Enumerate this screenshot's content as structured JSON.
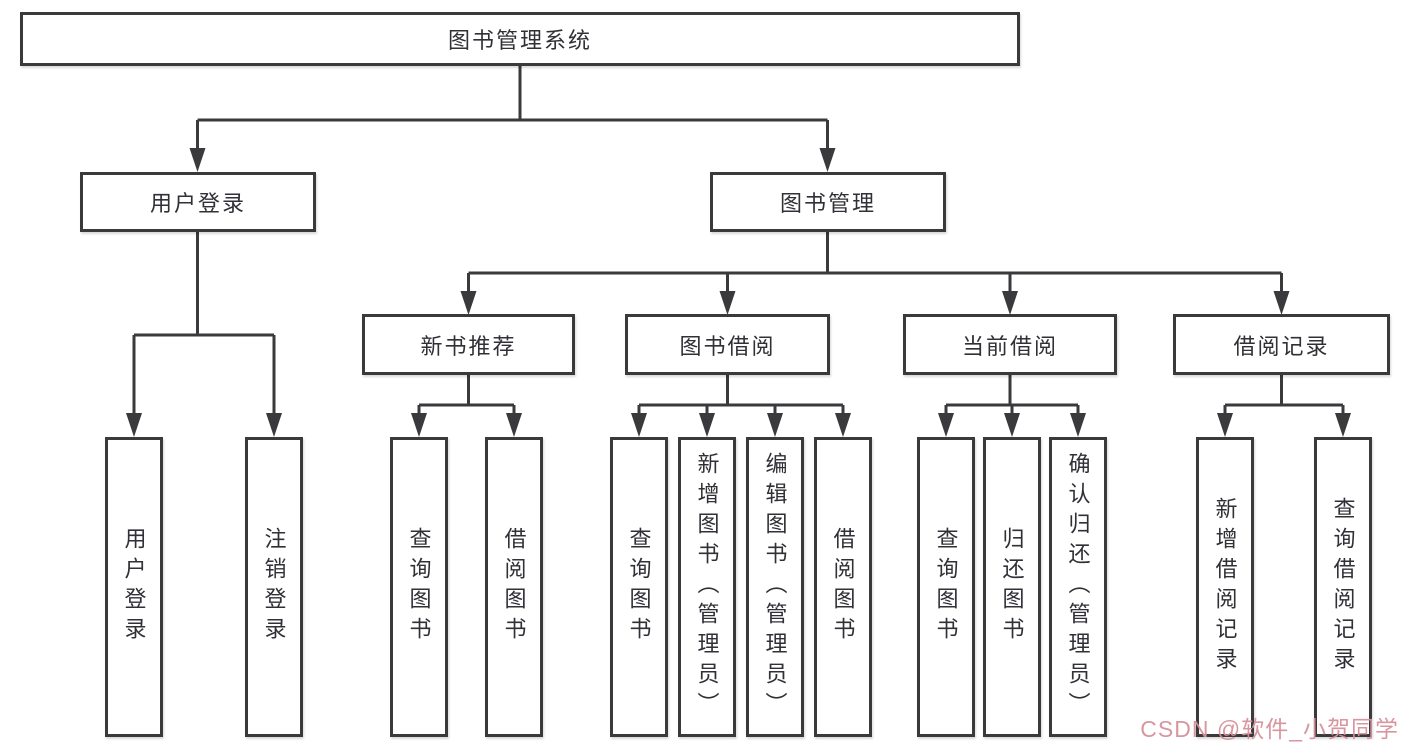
{
  "diagram": {
    "root": {
      "label": "图书管理系统"
    },
    "user_login": {
      "label": "用户登录",
      "children": {
        "login": {
          "label": "用户登录"
        },
        "logout": {
          "label": "注销登录"
        }
      }
    },
    "book_mgmt": {
      "label": "图书管理",
      "children": {
        "new_book_rec": {
          "label": "新书推荐",
          "children": {
            "query_books": {
              "label": "查询图书"
            },
            "borrow_books": {
              "label": "借阅图书"
            }
          }
        },
        "book_borrow": {
          "label": "图书借阅",
          "children": {
            "query_books": {
              "label": "查询图书"
            },
            "add_books": {
              "label": "新增图书（管理员）"
            },
            "edit_books": {
              "label": "编辑图书（管理员）"
            },
            "borrow_books": {
              "label": "借阅图书"
            }
          }
        },
        "current_borrow": {
          "label": "当前借阅",
          "children": {
            "query_books": {
              "label": "查询图书"
            },
            "return_books": {
              "label": "归还图书"
            },
            "confirm_return": {
              "label": "确认归还（管理员）"
            }
          }
        },
        "borrow_records": {
          "label": "借阅记录",
          "children": {
            "add_record": {
              "label": "新增借阅记录"
            },
            "query_record": {
              "label": "查询借阅记录"
            }
          }
        }
      }
    }
  },
  "watermark": {
    "text": "CSDN @软件_小贺同学"
  },
  "colors": {
    "line": "#3a3a3c",
    "text": "#303036",
    "watermark": "#d6909a",
    "background": "#ffffff"
  }
}
